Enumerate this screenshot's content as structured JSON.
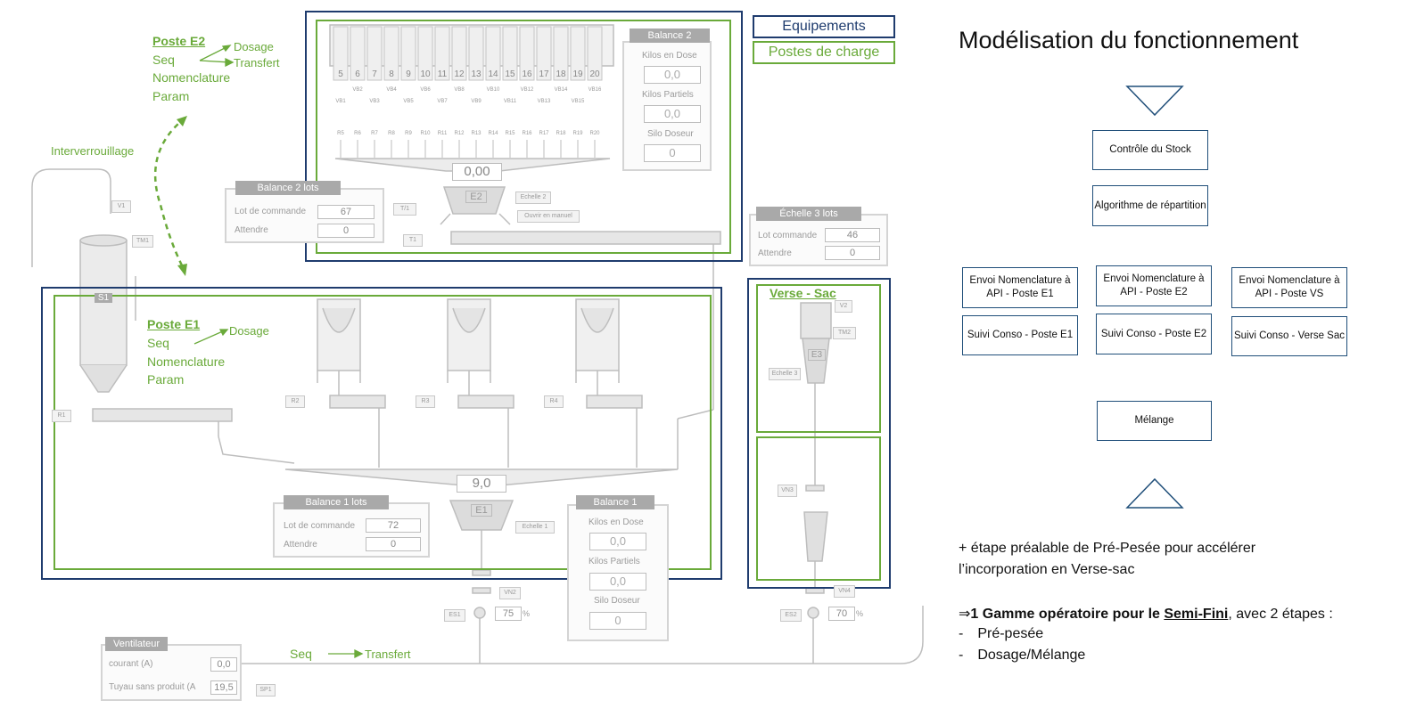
{
  "title": "Modélisation du fonctionnement",
  "legend": {
    "equipements": "Equipements",
    "postes": "Postes de charge"
  },
  "poste_e2": {
    "title": "Poste E2",
    "seq": "Seq",
    "dosage": "Dosage",
    "transfert": "Transfert",
    "nomenclature": "Nomenclature",
    "param": "Param"
  },
  "poste_e1": {
    "title": "Poste E1",
    "seq": "Seq",
    "dosage": "Dosage",
    "nomenclature": "Nomenclature",
    "param": "Param"
  },
  "interlock": "Interverrouillage",
  "verse_sac": "Verse - Sac",
  "bottom_seq": {
    "seq": "Seq",
    "transfert": "Transfert"
  },
  "silos": [
    "5",
    "6",
    "7",
    "8",
    "9",
    "10",
    "11",
    "12",
    "13",
    "14",
    "15",
    "16",
    "17",
    "18",
    "19",
    "20"
  ],
  "vb_top": [
    "VB2",
    "VB4",
    "VB6",
    "VB8",
    "VB10",
    "VB12",
    "VB14",
    "VB16"
  ],
  "vb_bottom": [
    "VB1",
    "VB3",
    "VB5",
    "VB7",
    "VB9",
    "VB11",
    "VB13",
    "VB15"
  ],
  "r_labels": [
    "R5",
    "R6",
    "R7",
    "R8",
    "R9",
    "R10",
    "R11",
    "R12",
    "R13",
    "R14",
    "R15",
    "R16",
    "R17",
    "R18",
    "R19",
    "R20"
  ],
  "scale_e2": {
    "value": "0,00",
    "label": "E2",
    "tag": "Echelle 2",
    "manual": "Ouvrir en manuel",
    "t1": "T/1",
    "t1b": "T1"
  },
  "balance2": {
    "title": "Balance 2",
    "kilos_dose": "Kilos en Dose",
    "v1": "0,0",
    "kilos_partiels": "Kilos Partiels",
    "v2": "0,0",
    "silo_doseur": "Silo Doseur",
    "v3": "0"
  },
  "balance2_lots": {
    "title": "Balance 2 lots",
    "lot": "Lot de commande",
    "lot_val": "67",
    "attendre": "Attendre",
    "att_val": "0"
  },
  "echelle3": {
    "title": "Échelle 3 lots",
    "lot": "Lot commande",
    "lot_val": "46",
    "attendre": "Attendre",
    "att_val": "0"
  },
  "silo_s1": {
    "label": "S1",
    "v1": "V1",
    "tm1": "TM1",
    "r1": "R1"
  },
  "hoppers": {
    "r2": "R2",
    "r3": "R3",
    "r4": "R4"
  },
  "scale_e1": {
    "value": "9,0",
    "label": "E1",
    "tag": "Echelle 1"
  },
  "balance1_lots": {
    "title": "Balance 1 lots",
    "lot": "Lot de commande",
    "lot_val": "72",
    "attendre": "Attendre",
    "att_val": "0"
  },
  "balance1": {
    "title": "Balance 1",
    "kilos_dose": "Kilos en Dose",
    "v1": "0,0",
    "kilos_partiels": "Kilos Partiels",
    "v2": "0,0",
    "silo_doseur": "Silo Doseur",
    "v3": "0"
  },
  "valves_e1": {
    "vn2": "VN2",
    "es1": "ES1",
    "pct": "75",
    "unit": "%"
  },
  "verse_sac_eq": {
    "v2": "V2",
    "tm2": "TM2",
    "e3": "E3",
    "echelle3": "Echelle 3",
    "vn3": "VN3",
    "vn4": "VN4",
    "es2": "ES2",
    "pct": "70",
    "unit": "%"
  },
  "ventilateur": {
    "title": "Ventilateur",
    "courant": "courant (A)",
    "courant_val": "0,0",
    "tuyau": "Tuyau sans produit (A",
    "tuyau_val": "19,5",
    "sp1": "SP1"
  },
  "flow": {
    "controle": "Contrôle du Stock",
    "algo": "Algorithme de répartition",
    "envoi_e1": "Envoi Nomenclature à API - Poste E1",
    "envoi_e2": "Envoi Nomenclature à API - Poste E2",
    "envoi_vs": "Envoi Nomenclature à API - Poste VS",
    "suivi_e1": "Suivi Conso - Poste E1",
    "suivi_e2": "Suivi Conso - Poste E2",
    "suivi_vs": "Suivi Conso - Verse Sac",
    "melange": "Mélange"
  },
  "notes": {
    "line1": "+ étape préalable de Pré-Pesée pour accélérer",
    "line2": "l’incorporation en Verse-sac",
    "arrow": "⇒",
    "gamme_bold": "1 Gamme opératoire pour le ",
    "semi_fini": "Semi-Fini",
    "gamme_rest": ", avec 2 étapes :",
    "dash": "-",
    "step1": "Pré-pesée",
    "step2": "Dosage/Mélange"
  }
}
